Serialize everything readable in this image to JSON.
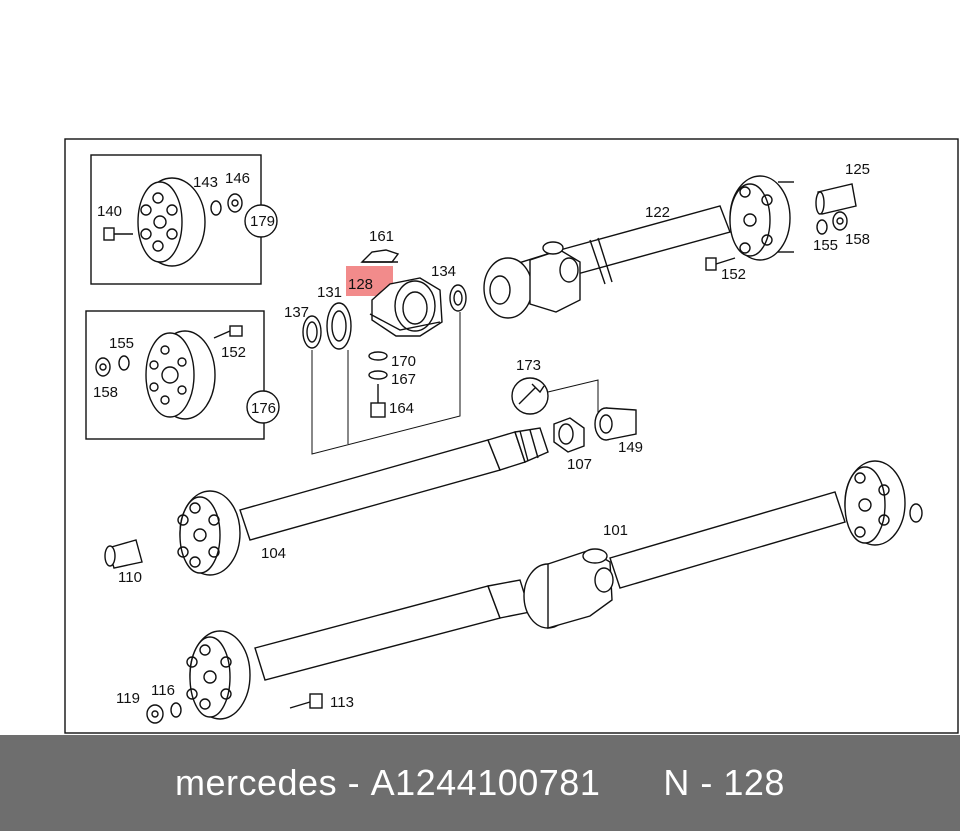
{
  "caption": {
    "brand": "mercedes",
    "dash1": "-",
    "part_number": "A1244100781",
    "position_prefix": "N",
    "dash2": "-",
    "position_number": "128"
  },
  "highlight_color": "#f28b8b",
  "footer_color": "#6e6e6e",
  "callouts": {
    "c140": "140",
    "c143": "143",
    "c146": "146",
    "c179": "179",
    "c155a": "155",
    "c152a": "152",
    "c158a": "158",
    "c176": "176",
    "c161": "161",
    "c128": "128",
    "c134": "134",
    "c131": "131",
    "c137": "137",
    "c170": "170",
    "c167": "167",
    "c164": "164",
    "c122": "122",
    "c125": "125",
    "c155b": "155",
    "c158b": "158",
    "c152b": "152",
    "c173": "173",
    "c107": "107",
    "c149": "149",
    "c104": "104",
    "c110": "110",
    "c101": "101",
    "c119": "119",
    "c116": "116",
    "c113": "113"
  }
}
